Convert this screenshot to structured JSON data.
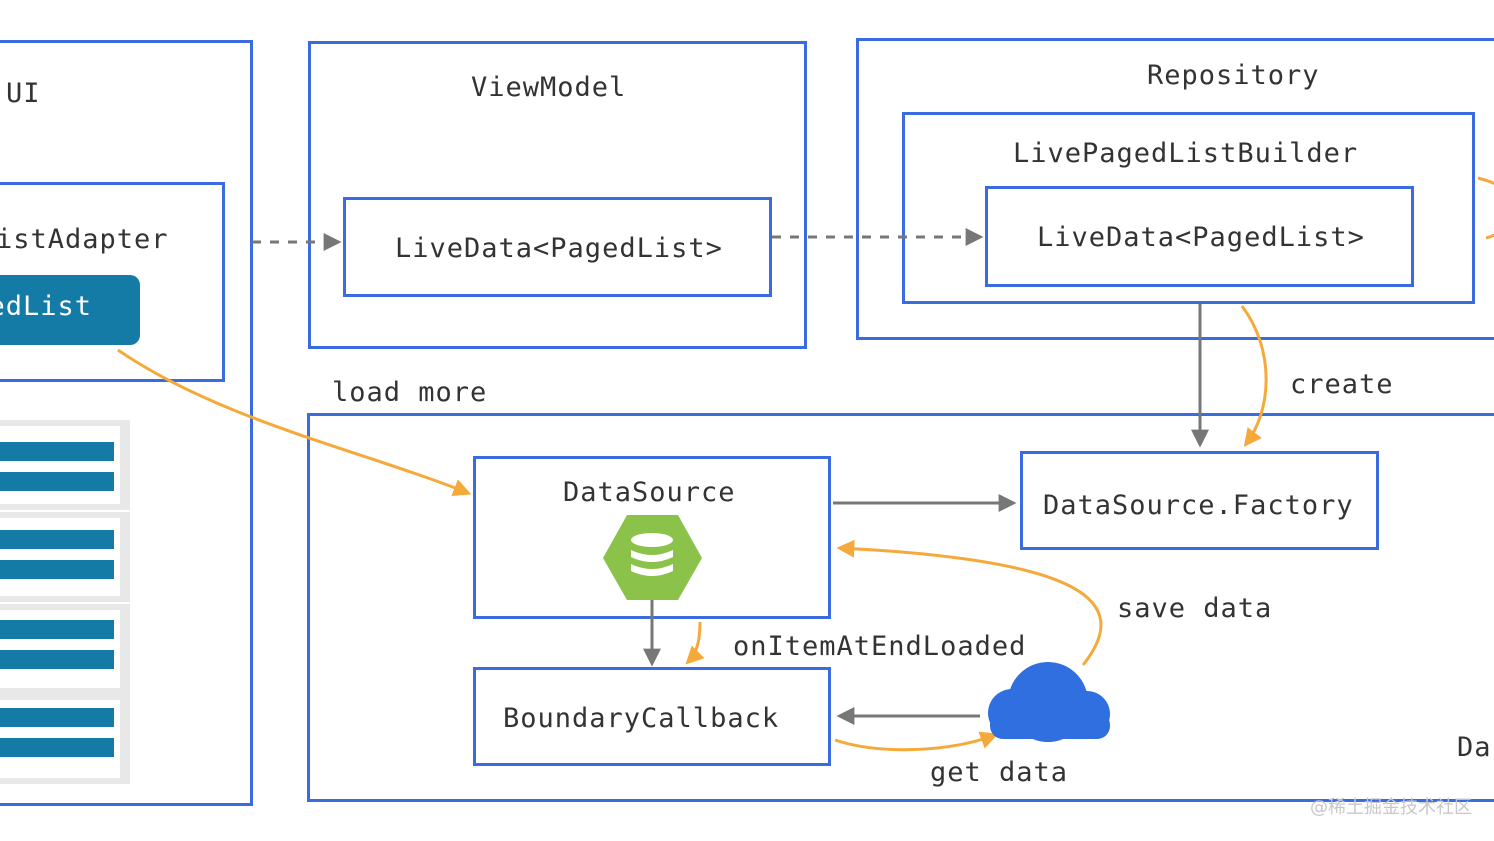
{
  "diagram": {
    "ui": {
      "title": "UI",
      "adapter_label": "istAdapter",
      "pagedlist_label": "edList"
    },
    "viewmodel": {
      "title": "ViewModel",
      "livedata_label": "LiveData<PagedList>"
    },
    "repository": {
      "title": "Repository",
      "builder_label": "LivePagedListBuilder",
      "livedata_label": "LiveData<PagedList>"
    },
    "data_layer": {
      "title_fragment": "Da",
      "datasource_label": "DataSource",
      "factory_label": "DataSource.Factory",
      "boundary_label": "BoundaryCallback"
    },
    "edges": {
      "load_more": "load more",
      "create": "create",
      "save_data": "save data",
      "on_item_at_end_loaded": "onItemAtEndLoaded",
      "get_data": "get data"
    },
    "icons": {
      "database": "database-icon",
      "cloud": "cloud-icon"
    },
    "colors": {
      "box_border": "#3a6be0",
      "pill_fill": "#147aa6",
      "accent_arrow": "#f5a93a",
      "gray_arrow": "#777777",
      "database_green": "#8bc34a",
      "cloud_blue": "#2f6fe0"
    }
  },
  "watermark": "@稀土掘金技术社区"
}
